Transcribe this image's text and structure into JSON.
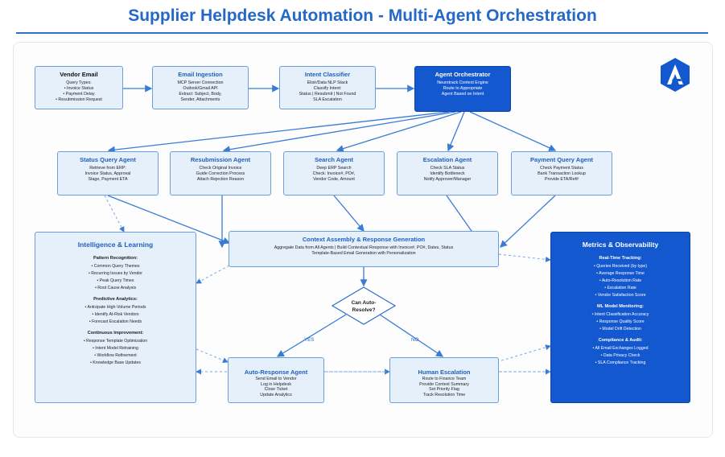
{
  "title": "Supplier Helpdesk Automation - Multi-Agent Orchestration",
  "top_row": [
    {
      "title": "Vendor Email",
      "lines": [
        "Query Types:",
        "• Invoice Status",
        "• Payment Delay",
        "• Resubmission Request"
      ]
    },
    {
      "title": "Email Ingestion",
      "lines": [
        "MCP Server Connection",
        "Outlook/Gmail API",
        "Extract: Subject, Body,",
        "Sender, Attachments"
      ]
    },
    {
      "title": "Intent Classifier",
      "lines": [
        "Elixir/Data NLP Stack",
        "Classify Intent:",
        "Status | Resubmit | Not Found",
        "SLA Escalation"
      ]
    },
    {
      "title": "Agent Orchestrator",
      "lines": [
        "Neurotrack Context Engine",
        "Route to Appropriate",
        "Agent Based on Intent"
      ]
    }
  ],
  "agents": [
    {
      "title": "Status Query Agent",
      "lines": [
        "Retrieve from ERP:",
        "Invoice Status, Approval",
        "Stage, Payment ETA"
      ]
    },
    {
      "title": "Resubmission Agent",
      "lines": [
        "Check Original Invoice",
        "Guide Correction Process",
        "Attach Rejection Reason"
      ]
    },
    {
      "title": "Search Agent",
      "lines": [
        "Deep ERP Search",
        "Check: Invoice#, PO#,",
        "Vendor Code, Amount"
      ]
    },
    {
      "title": "Escalation Agent",
      "lines": [
        "Check SLA Status",
        "Identify Bottleneck",
        "Notify Approver/Manager"
      ]
    },
    {
      "title": "Payment Query Agent",
      "lines": [
        "Check Payment Status",
        "Bank Transaction Lookup",
        "Provide ETA/Ref#"
      ]
    }
  ],
  "context": {
    "title": "Context Assembly & Response Generation",
    "lines": [
      "Aggregate Data from All Agents | Build Contextual Response with Invoice#, PO#, Dates, Status",
      "Template-Based Email Generation with Personalization"
    ]
  },
  "decision": {
    "line1": "Can Auto-",
    "line2": "Resolve?",
    "yes": "YES",
    "no": "NO"
  },
  "auto_response": {
    "title": "Auto-Response Agent",
    "lines": [
      "Send Email to Vendor",
      "Log in Helpdesk",
      "Close Ticket",
      "Update Analytics"
    ]
  },
  "human": {
    "title": "Human Escalation",
    "lines": [
      "Route to Finance Team",
      "Provide Context Summary",
      "Set Priority Flag",
      "Track Resolution Time"
    ]
  },
  "intelligence": {
    "title": "Intelligence & Learning",
    "sections": [
      {
        "heading": "Pattern Recognition:",
        "items": [
          "• Common Query Themes",
          "• Recurring Issues by Vendor",
          "• Peak Query Times",
          "• Root Cause Analysis"
        ]
      },
      {
        "heading": "Predictive Analytics:",
        "items": [
          "• Anticipate High-Volume Periods",
          "• Identify At-Risk Vendors",
          "• Forecast Escalation Needs"
        ]
      },
      {
        "heading": "Continuous Improvement:",
        "items": [
          "• Response Template Optimization",
          "• Intent Model Retraining",
          "• Workflow Refinement",
          "• Knowledge Base Updates"
        ]
      }
    ]
  },
  "metrics": {
    "title": "Metrics & Observability",
    "sections": [
      {
        "heading": "Real-Time Tracking:",
        "items": [
          "• Queries Received (by type)",
          "• Average Response Time",
          "• Auto-Resolution Rate",
          "• Escalation Rate",
          "• Vendor Satisfaction Score"
        ]
      },
      {
        "heading": "ML Model Monitoring:",
        "items": [
          "• Intent Classification Accuracy",
          "• Response Quality Score",
          "• Model Drift Detection"
        ]
      },
      {
        "heading": "Compliance & Audit:",
        "items": [
          "• All Email Exchanges Logged",
          "• Data Privacy Check",
          "• SLA Compliance Tracking"
        ]
      }
    ]
  },
  "colors": {
    "accent": "#2468c8",
    "dark_box": "#1458d0",
    "box_fill": "#e6f0fb",
    "box_border": "#6a9fdc",
    "arrow": "#3a7bd5"
  },
  "icons": {
    "logo": "stylized-a-logo-icon"
  }
}
